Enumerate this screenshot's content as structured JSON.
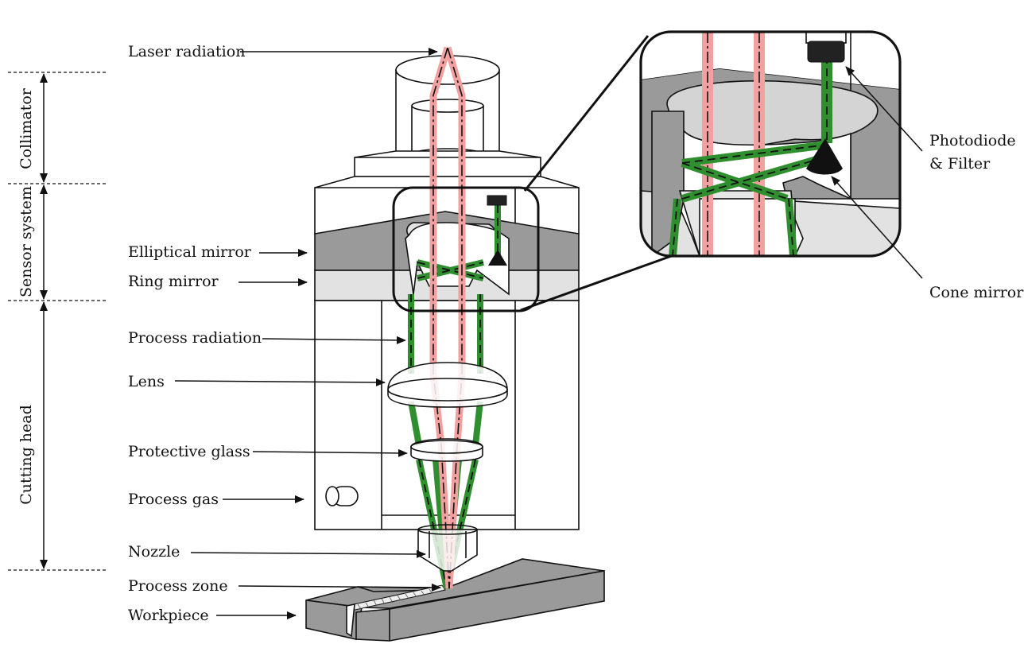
{
  "labels": {
    "laser_radiation": "Laser radiation",
    "elliptical_mirror": "Elliptical mirror",
    "ring_mirror": "Ring mirror",
    "process_radiation": "Process radiation",
    "lens": "Lens",
    "protective_glass": "Protective glass",
    "process_gas": "Process gas",
    "nozzle": "Nozzle",
    "process_zone": "Process zone",
    "workpiece": "Workpiece",
    "photodiode_line1": "Photodiode",
    "photodiode_line2": "& Filter",
    "cone_mirror": "Cone mirror"
  },
  "sections": {
    "collimator": "Collimator",
    "sensor_system": "Sensor system",
    "cutting_head": "Cutting head"
  },
  "colors": {
    "laser": "#f2a0a0",
    "process_radiation": "#2f8f2f",
    "dark_mirror": "#9a9a9a",
    "light_mirror": "#e2e2e2"
  }
}
